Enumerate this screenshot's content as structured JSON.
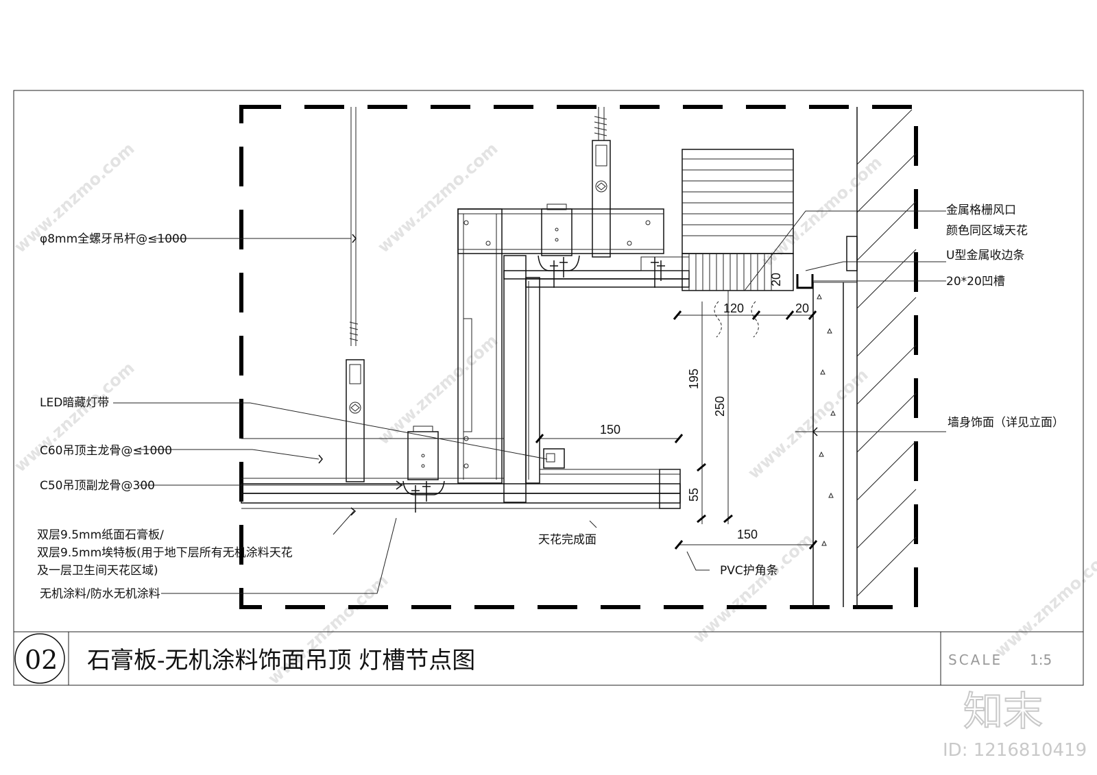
{
  "labels": {
    "rod": "φ8mm全螺牙吊杆@≤1000",
    "led": "LED暗藏灯带",
    "c60": "C60吊顶主龙骨@≤1000",
    "c50": "C50吊顶副龙骨@300",
    "board1": "双层9.5mm纸面石膏板/",
    "board2": "双层9.5mm埃特板(用于地下层所有无机涂料天花",
    "board3": "及一层卫生间天花区域)",
    "paint": "无机涂料/防水无机涂料",
    "ceiling_finish": "天花完成面",
    "pvc": "PVC护角条",
    "grille1": "金属格栅风口",
    "grille2": "颜色同区域天花",
    "u_trim": "U型金属收边条",
    "groove": "20*20凹槽",
    "wall": "墙身饰面（详见立面）"
  },
  "dimensions": {
    "d120": "120",
    "d20_h": "20",
    "d20_v": "20",
    "d195": "195",
    "d250": "250",
    "d150_top": "150",
    "d55": "55",
    "d150_bottom": "150"
  },
  "title_block": {
    "number": "02",
    "title": "石膏板-无机涂料饰面吊顶  灯槽节点图",
    "scale_label": "SCALE",
    "scale_value": "1:5"
  },
  "watermark": {
    "site": "www.znzmo.com",
    "brand": "知末",
    "id": "ID: 1216810419"
  }
}
